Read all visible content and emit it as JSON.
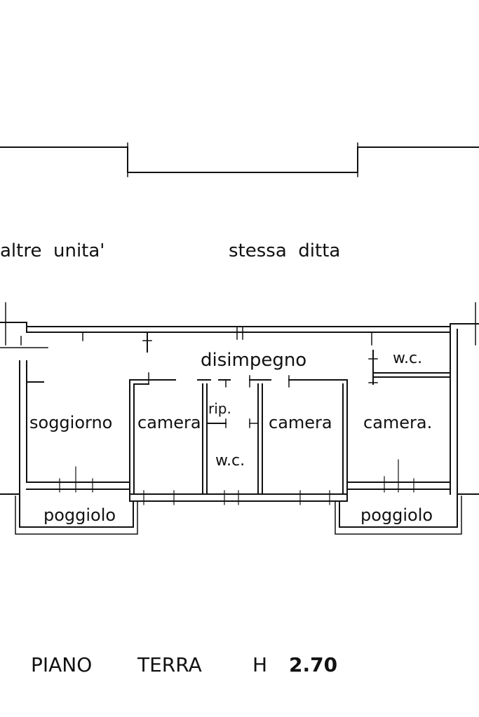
{
  "plan": {
    "labels": {
      "neighbors_left": "altre  unita'",
      "neighbors_right": "stessa  ditta",
      "hall": "disimpegno",
      "wc_top": "w.c.",
      "storage": "rip.",
      "wc_center": "w.c.",
      "living": "soggiorno",
      "bedroom_1": "camera",
      "bedroom_2": "camera",
      "bedroom_3": "camera.",
      "balcony_left": "poggiolo",
      "balcony_right": "poggiolo"
    },
    "caption": {
      "floor": "PIANO",
      "level": "TERRA",
      "height_prefix": "H",
      "height_value": "2.70"
    }
  },
  "colors": {
    "ink": "#111111",
    "paper": "#ffffff"
  }
}
